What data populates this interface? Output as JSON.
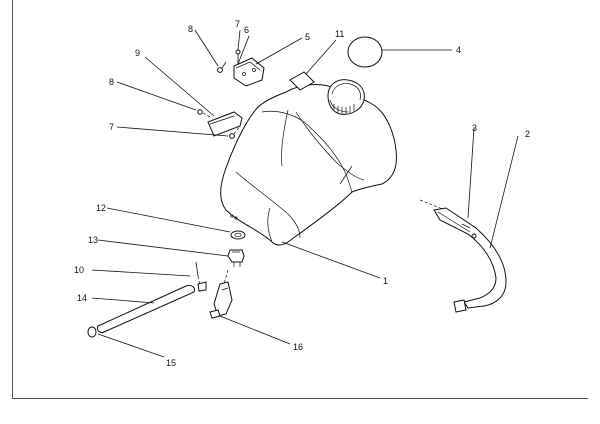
{
  "diagram": {
    "callouts": [
      {
        "id": "c1",
        "label": "1"
      },
      {
        "id": "c2",
        "label": "2"
      },
      {
        "id": "c3",
        "label": "3"
      },
      {
        "id": "c4",
        "label": "4"
      },
      {
        "id": "c5",
        "label": "5"
      },
      {
        "id": "c6",
        "label": "6"
      },
      {
        "id": "c7a",
        "label": "7"
      },
      {
        "id": "c7b",
        "label": "7"
      },
      {
        "id": "c8a",
        "label": "8"
      },
      {
        "id": "c8b",
        "label": "8"
      },
      {
        "id": "c9",
        "label": "9"
      },
      {
        "id": "c10",
        "label": "10"
      },
      {
        "id": "c11",
        "label": "11"
      },
      {
        "id": "c12",
        "label": "12"
      },
      {
        "id": "c13",
        "label": "13"
      },
      {
        "id": "c14",
        "label": "14"
      },
      {
        "id": "c15",
        "label": "15"
      },
      {
        "id": "c16",
        "label": "16"
      }
    ]
  }
}
